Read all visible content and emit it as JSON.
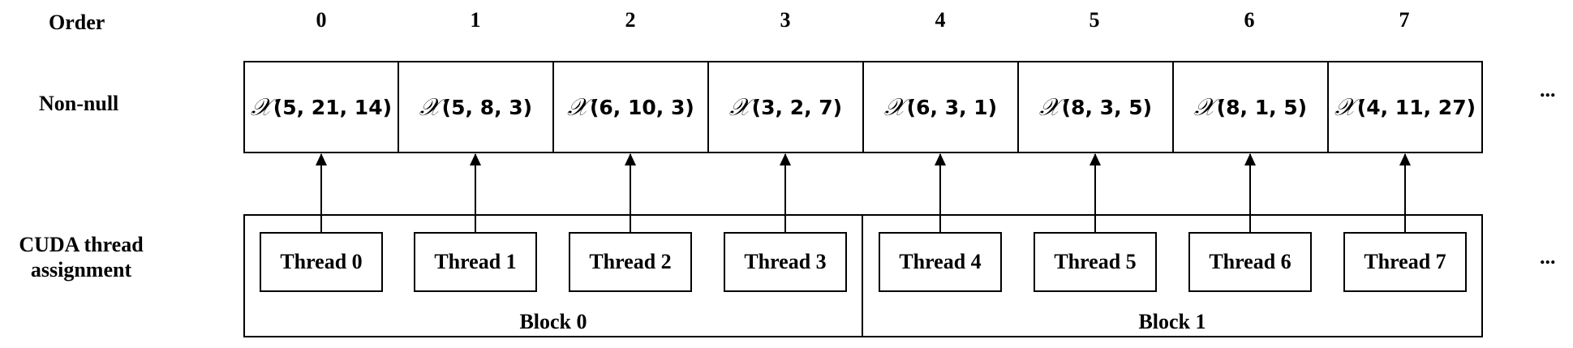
{
  "labels": {
    "order": "Order",
    "nonnull": "Non-null",
    "cuda_line1": "CUDA thread",
    "cuda_line2": "assignment",
    "ellipsis": "..."
  },
  "order": [
    "0",
    "1",
    "2",
    "3",
    "4",
    "5",
    "6",
    "7"
  ],
  "entries": [
    {
      "symbol": "𝒳",
      "args": "(5, 21, 14)"
    },
    {
      "symbol": "𝒳",
      "args": "(5, 8, 3)"
    },
    {
      "symbol": "𝒳",
      "args": "(6, 10, 3)"
    },
    {
      "symbol": "𝒳",
      "args": "(3, 2, 7)"
    },
    {
      "symbol": "𝒳",
      "args": "(6, 3, 1)"
    },
    {
      "symbol": "𝒳",
      "args": "(8, 3, 5)"
    },
    {
      "symbol": "𝒳",
      "args": "(8, 1, 5)"
    },
    {
      "symbol": "𝒳",
      "args": "(4, 11, 27)"
    }
  ],
  "threads": [
    "Thread 0",
    "Thread 1",
    "Thread 2",
    "Thread 3",
    "Thread 4",
    "Thread 5",
    "Thread 6",
    "Thread 7"
  ],
  "blocks": [
    "Block 0",
    "Block 1"
  ]
}
